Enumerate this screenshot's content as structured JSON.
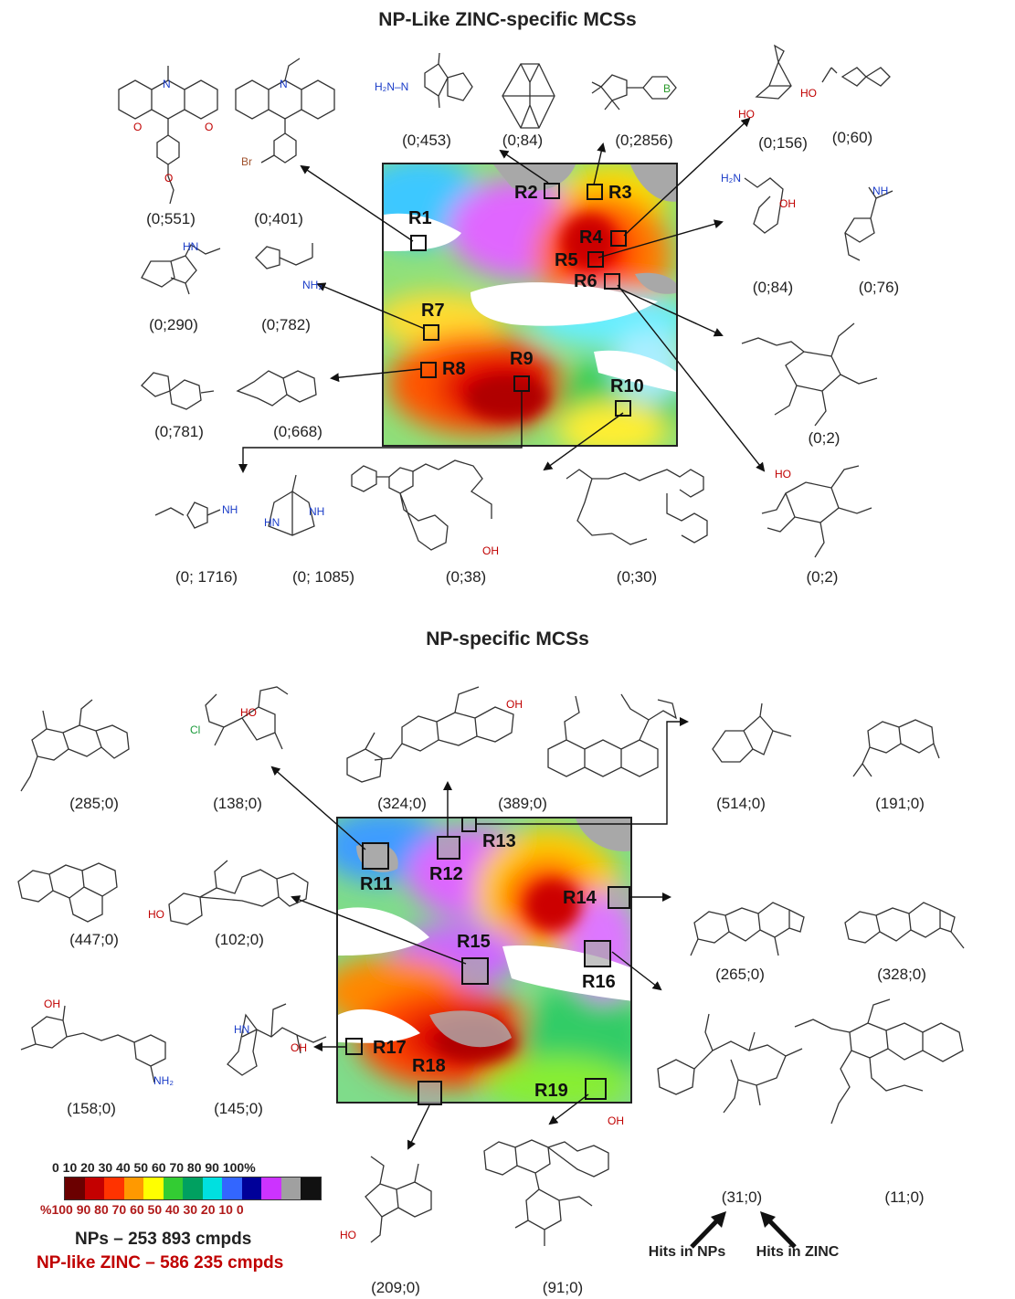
{
  "titles": {
    "zinc": "NP-Like ZINC-specific MCSs",
    "np": "NP-specific MCSs"
  },
  "regions": {
    "R1": "R1",
    "R2": "R2",
    "R3": "R3",
    "R4": "R4",
    "R5": "R5",
    "R6": "R6",
    "R7": "R7",
    "R8": "R8",
    "R9": "R9",
    "R10": "R10",
    "R11": "R11",
    "R12": "R12",
    "R13": "R13",
    "R14": "R14",
    "R15": "R15",
    "R16": "R16",
    "R17": "R17",
    "R18": "R18",
    "R19": "R19"
  },
  "counts": {
    "c1": "(0;551)",
    "c2": "(0;401)",
    "c3": "(0;453)",
    "c4": "(0;84)",
    "c5": "(0;2856)",
    "c6": "(0;156)",
    "c7": "(0;60)",
    "c8": "(0;290)",
    "c9": "(0;782)",
    "c10": "(0;84)",
    "c11": "(0;76)",
    "c12": "(0;781)",
    "c13": "(0;668)",
    "c14": "(0;2)",
    "c15": "(0; 1716)",
    "c16": "(0; 1085)",
    "c17": "(0;38)",
    "c18": "(0;30)",
    "c19": "(0;2)",
    "n1": "(285;0)",
    "n2": "(138;0)",
    "n3": "(324;0)",
    "n4": "(389;0)",
    "n5": "(514;0)",
    "n6": "(191;0)",
    "n7": "(447;0)",
    "n8": "(102;0)",
    "n9": "(265;0)",
    "n10": "(328;0)",
    "n11": "(158;0)",
    "n12": "(145;0)",
    "n13": "(31;0)",
    "n14": "(11;0)",
    "n15": "(209;0)",
    "n16": "(91;0)"
  },
  "legend": {
    "top_ticks": "0  10  20  30  40  50  60  70  80  90  100%",
    "bottom_ticks": "%100  90  80  70  60  50  40  30  20  10  0",
    "colors": [
      "#6b0000",
      "#c40000",
      "#ff3300",
      "#ff9900",
      "#ffff00",
      "#33cc33",
      "#00a060",
      "#00e0e0",
      "#3366ff",
      "#000099",
      "#cc33ff",
      "#a0a0a0",
      "#111111"
    ]
  },
  "stats": {
    "nps": "NPs –  253 893 cmpds",
    "zinc": "NP-like ZINC –  586 235 cmpds"
  },
  "hits": {
    "nps": "Hits in NPs",
    "zinc": "Hits in ZINC"
  },
  "atoms": {
    "N": "N",
    "O": "O",
    "Br": "Br",
    "Cl": "Cl",
    "B": "B",
    "OH": "OH",
    "HO": "HO",
    "NH": "NH",
    "NH2": "NH₂",
    "H2N": "H₂N",
    "HN": "HN",
    "H2N_N": "H₂N–N",
    "NH2b": "NH₂"
  },
  "colors": {
    "oxygen": "#c00000",
    "nitrogen": "#1a3cc8",
    "bromine": "#a0522d",
    "chlorine": "#1a9a3a",
    "boron": "#2a9a2a",
    "stat_zinc": "#c00000"
  }
}
